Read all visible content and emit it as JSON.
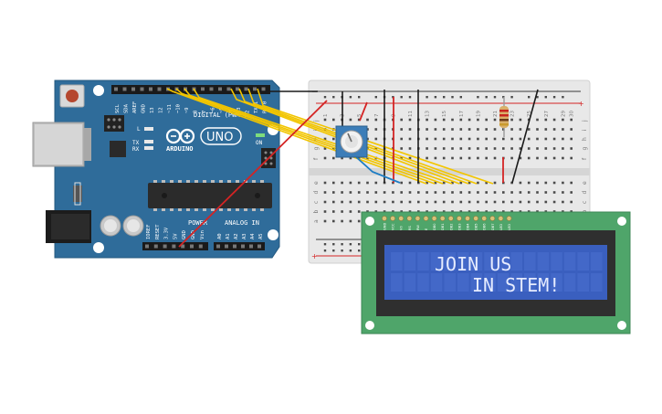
{
  "arduino": {
    "brand": "ARDUINO",
    "model": "UNO",
    "digital_label": "DIGITAL (PWM~)",
    "power_label": "POWER",
    "analog_label": "ANALOG IN",
    "on_label": "ON",
    "tx_label": "TX",
    "rx_label": "RX",
    "l_label": "L",
    "top_pins": [
      "SCL",
      "SDA",
      "AREF",
      "GND",
      "13",
      "12",
      "~11",
      "~10",
      "~9",
      "8",
      "7",
      "~6",
      "~5",
      "4",
      "~3",
      "2",
      "TX 1",
      "RX 0"
    ],
    "power_pins": [
      "IOREF",
      "RESET",
      "3.3V",
      "5V",
      "GND",
      "GND",
      "Vin"
    ],
    "analog_pins": [
      "A0",
      "A1",
      "A2",
      "A3",
      "A4",
      "A5"
    ]
  },
  "breadboard": {
    "columns": [
      "1",
      "3",
      "5",
      "7",
      "9",
      "11",
      "13",
      "15",
      "17",
      "19",
      "21",
      "23",
      "25",
      "27",
      "29",
      "30"
    ],
    "rows_top": [
      "j",
      "i",
      "h",
      "g",
      "f"
    ],
    "rows_bottom": [
      "e",
      "d",
      "c",
      "b",
      "a"
    ],
    "rail_plus": "+",
    "rail_minus": "−"
  },
  "lcd": {
    "line1": "JOIN US",
    "line2": "IN STEM!",
    "pins": [
      "GND",
      "VCC",
      "V0",
      "RS",
      "RW",
      "E",
      "DB0",
      "DB1",
      "DB2",
      "DB3",
      "DB4",
      "DB5",
      "DB6",
      "DB7",
      "LED",
      "LED"
    ]
  },
  "colors": {
    "arduino_board": "#2f6c9a",
    "breadboard": "#e8e8e8",
    "lcd_pcb": "#4fa56a",
    "lcd_screen": "#3a5fbf",
    "wire_yellow": "#f2c500",
    "wire_red": "#d42424",
    "wire_black": "#1a1a1a",
    "wire_blue": "#1d7dc4"
  }
}
